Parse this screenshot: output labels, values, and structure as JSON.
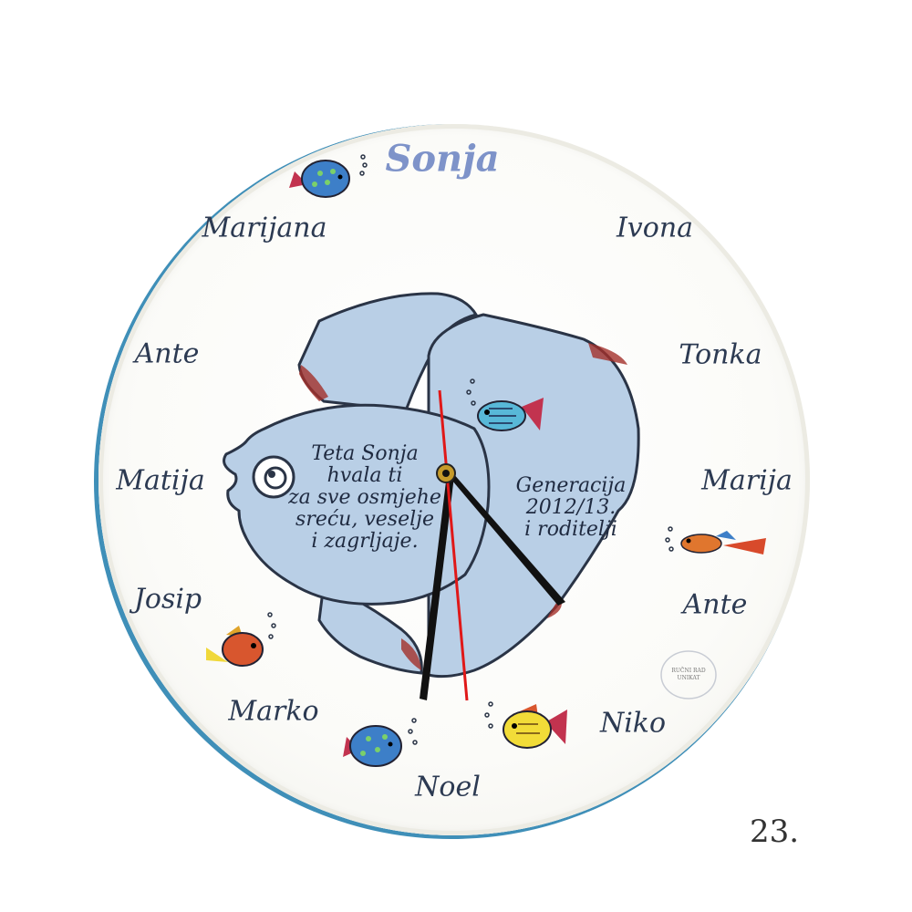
{
  "clock": {
    "title": "Sonja",
    "names": {
      "marijana": "Marijana",
      "ivona": "Ivona",
      "ante_left": "Ante",
      "tonka": "Tonka",
      "matija": "Matija",
      "marija": "Marija",
      "josip": "Josip",
      "ante_right": "Ante",
      "marko": "Marko",
      "niko": "Niko",
      "noel": "Noel"
    },
    "message_left": [
      "Teta Sonja",
      "hvala ti",
      "za sve osmjehe",
      "sreću, veselje",
      "i zagrljaje."
    ],
    "message_right": [
      "Generacija",
      "2012/13.",
      "i roditelji"
    ],
    "stamp_text": [
      "RUČNI RAD",
      "UNIKAT"
    ]
  },
  "catalog_number": "23.",
  "colors": {
    "fish_body": "#b9cfe6",
    "outline": "#2a3446",
    "rust_accent": "#a2302b",
    "rim_blue": "#3f8fb8",
    "title_blue": "#7e93c9",
    "second_hand": "#e01818",
    "hands": "#111111"
  },
  "icons": [
    "big-fish-illustration",
    "small-fish-icon",
    "clock-hands-icon",
    "handmade-stamp-icon"
  ]
}
